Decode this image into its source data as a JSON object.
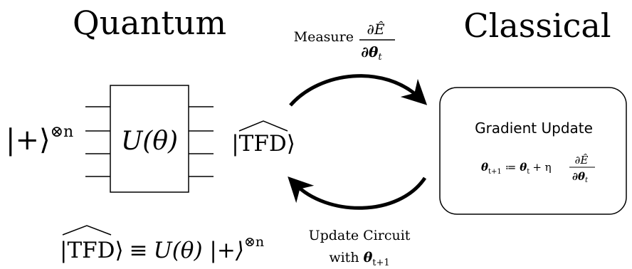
{
  "headings": {
    "quantum": "Quantum",
    "classical": "Classical"
  },
  "arrows": {
    "measure": {
      "label": "Measure",
      "fraction_num": "∂Ê",
      "fraction_den": "∂θ",
      "fraction_den_sub": "t"
    },
    "update": {
      "line1": "Update Circuit",
      "line2_prefix": "with",
      "line2_symbol": "θ",
      "line2_sub": "t+1"
    }
  },
  "circuit": {
    "input_state": "|+⟩",
    "input_power": "⊗n",
    "gate_label": "U(θ)",
    "output_state": "|TFD⟩"
  },
  "classical_box": {
    "title": "Gradient Update",
    "rule_lhs": "θ",
    "rule_lhs_sub": "t+1",
    "rule_assign": "≔",
    "rule_theta": "θ",
    "rule_theta_sub": "t",
    "rule_plus_eta": "+ η",
    "rule_frac_num": "∂Ê",
    "rule_frac_den": "∂θ",
    "rule_frac_den_sub": "t"
  },
  "definition": {
    "lhs": "|TFD⟩",
    "equiv": "≡",
    "rhs": "U(θ) |+⟩",
    "rhs_power": "⊗n"
  }
}
